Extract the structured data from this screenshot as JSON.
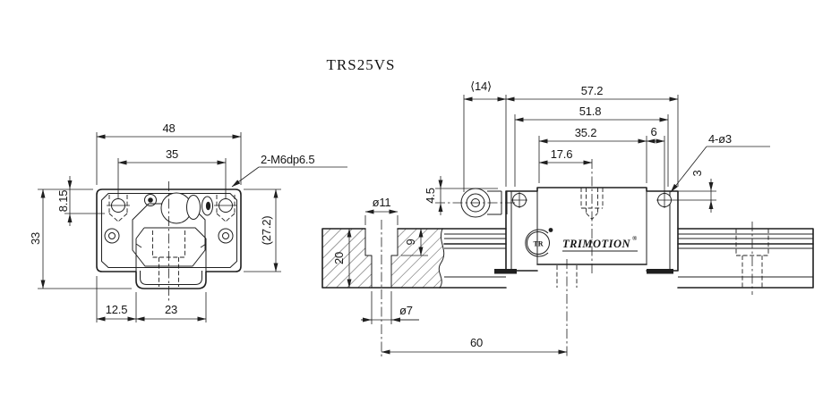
{
  "title": "TRS25VS",
  "colors": {
    "background": "#ffffff",
    "line_color": "#1f1f1f"
  },
  "logo": {
    "mark": "TR",
    "brand": "TRIMOTION",
    "registered": "®"
  },
  "front_view": {
    "dims": {
      "width": "48",
      "hole_spacing": "35",
      "thread_callout": "2-M6dp6.5",
      "top_to_hole": "8.15",
      "total_height": "33",
      "block_height": "(27.2)",
      "edge_to_rail": "12.5",
      "rail_width": "23"
    }
  },
  "side_view": {
    "dims": {
      "nipple_protrusion": "⟨14⟩",
      "total_length": "57.2",
      "body_length": "51.8",
      "mount_hole_span": "35.2",
      "hole_to_screw": "6",
      "hole_half_span": "17.6",
      "cap_screw_callout": "4-ø3",
      "top_to_screw": "3",
      "top_to_nipple": "4.5",
      "counterbore_dia": "ø11",
      "counterbore_depth": "9",
      "rail_height": "20",
      "bolt_hole_dia": "ø7",
      "rail_hole_pitch": "60"
    }
  }
}
